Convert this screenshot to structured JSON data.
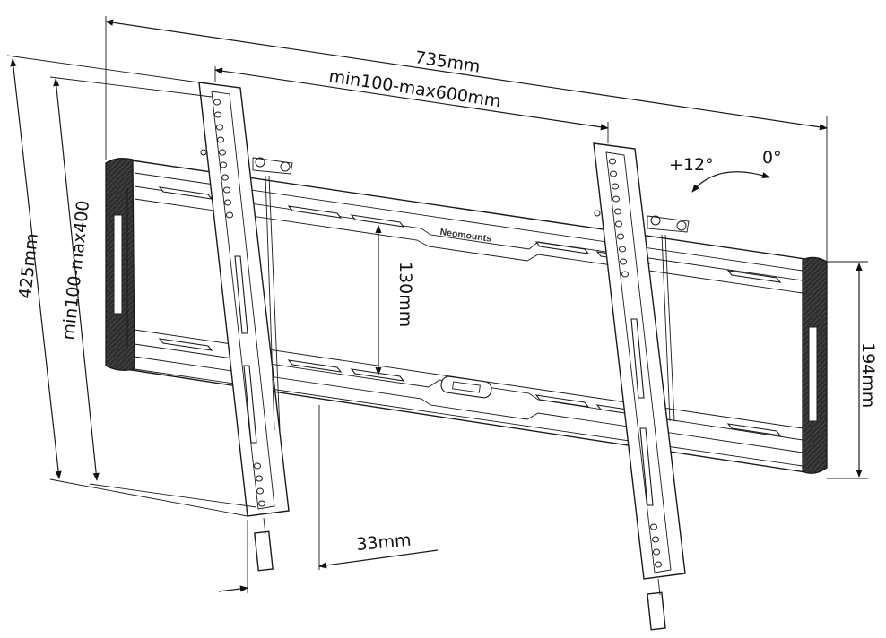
{
  "dimensions": {
    "total_width": "735mm",
    "vesa_width": "min100-max600mm",
    "total_height": "425mm",
    "vesa_height": "min100-max400",
    "rail_spacing": "130mm",
    "plate_height": "194mm",
    "wall_distance": "33mm"
  },
  "tilt": {
    "tilt_angle": "+12°",
    "flat_angle": "0°"
  },
  "brand": {
    "logo": "Neomounts"
  }
}
